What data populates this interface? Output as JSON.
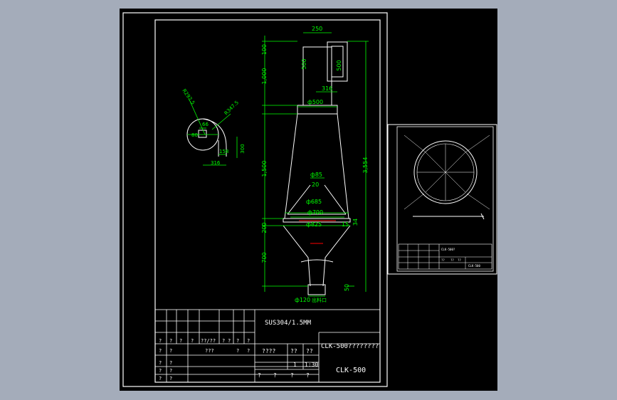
{
  "colors": {
    "background": "#a4acba",
    "sheet": "#000000",
    "line": "#ffffff",
    "dimension": "#00ff00",
    "accent": "#ff0000"
  },
  "main_drawing": {
    "dims": {
      "top_width": "250",
      "top_height": "100",
      "upper_height": "1,000",
      "outlet_500": "500",
      "inlet_500": "500",
      "offset_316": "316",
      "dia_500": "ф500",
      "total_height": "3,554",
      "cone_height": "1,500",
      "dia_85": "ф85",
      "dia_20": "20",
      "dia_685": "ф685",
      "dia_700": "ф700",
      "dia_825": "ф825",
      "dim_15": "15",
      "dim_34": "34",
      "dim_200": "200",
      "bottom_700": "700",
      "dim_50": "50",
      "bottom_dia": "ф120",
      "outlet_note": "出料口"
    }
  },
  "top_view": {
    "dims": {
      "r_inner": "R292.5",
      "r_outer": "R347.5",
      "d_80": "80",
      "d_66": "66",
      "d_300": "300",
      "d_158": "158",
      "d_316": "316"
    }
  },
  "title_block": {
    "grid_row_a": [
      "?",
      "?",
      "?",
      "?",
      "??/??",
      "?",
      "?",
      "?",
      "?"
    ],
    "grid_row_b": [
      "?",
      "?",
      "???",
      "?",
      "?"
    ],
    "grid_row_c": [
      "?",
      "?",
      "?",
      "?",
      "?",
      "?"
    ],
    "material": "SUS304/1.5MM",
    "labels": [
      "????",
      "??",
      "??"
    ],
    "quantity": "1",
    "scale": "1:30",
    "sign_row": [
      "?",
      "?",
      "?",
      "?"
    ],
    "name": "CLK-500????????",
    "code": "CLK-500"
  },
  "small_drawing": {
    "title_name": "CLK-500?",
    "row_labels": [
      "??",
      "??",
      "??"
    ],
    "code": "CLK-500"
  }
}
